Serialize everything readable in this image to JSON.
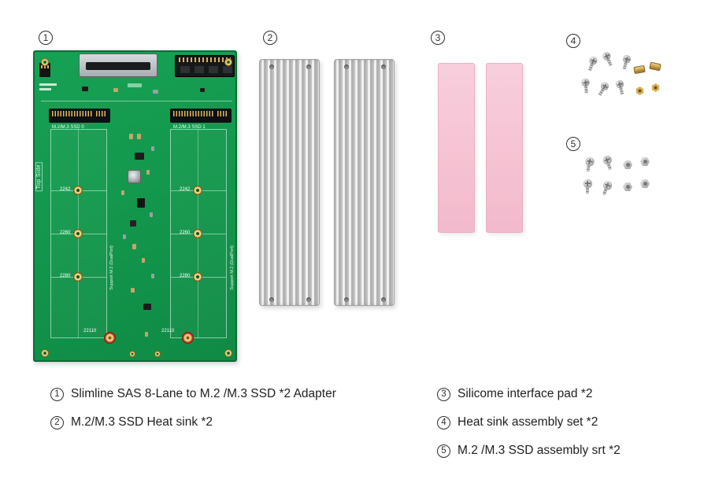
{
  "pcb": {
    "side_label": "Top Side",
    "slot0_label": "M.2/M.3 SSD 0",
    "slot1_label": "M.2/M.3 SSD 1",
    "support_label": "Support M.2 (DualPort)",
    "len_2242": "2242",
    "len_2260": "2260",
    "len_2280": "2280",
    "len_22110": "22110"
  },
  "legend": {
    "items": [
      {
        "num": "1",
        "text": "Slimline SAS 8-Lane to M.2 /M.3 SSD *2 Adapter"
      },
      {
        "num": "2",
        "text": "M.2/M.3 SSD Heat sink *2"
      },
      {
        "num": "3",
        "text": "Silicome interface pad *2"
      },
      {
        "num": "4",
        "text": "Heat sink assembly set *2"
      },
      {
        "num": "5",
        "text": "M.2 /M.3 SSD assembly srt *2"
      }
    ]
  },
  "colors": {
    "pcb_green": "#13984d",
    "pad_pink": "#f6c3d3",
    "heatsink_silver": "#d9d9d9",
    "brass_gold": "#c9a24b",
    "gold_pad": "#d9b25c",
    "standoff_red": "#c0392b"
  }
}
